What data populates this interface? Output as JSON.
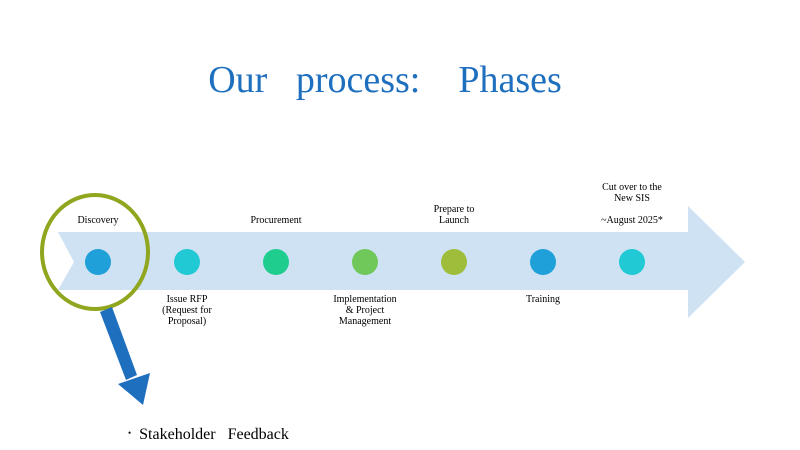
{
  "title": "Our   process:    Phases",
  "colors": {
    "title": "#1f6fbf",
    "arrow": "#cfe2f3",
    "highlight_ring": "#8fa61e",
    "pointer_arrow": "#1f6fbf"
  },
  "phases": [
    {
      "label": "Discovery",
      "position": "above",
      "color": "#1fa0d8",
      "icon": "phase-node-icon"
    },
    {
      "label": "Issue RFP\n(Request for\nProposal)",
      "position": "below",
      "color": "#21c9d4",
      "icon": "phase-node-icon"
    },
    {
      "label": "Procurement",
      "position": "above",
      "color": "#1fce8e",
      "icon": "phase-node-icon"
    },
    {
      "label": "Implementation\n& Project\nManagement",
      "position": "below",
      "color": "#70c85a",
      "icon": "phase-node-icon"
    },
    {
      "label": "Prepare to\nLaunch",
      "position": "above",
      "color": "#9ebe3b",
      "icon": "phase-node-icon"
    },
    {
      "label": "Training",
      "position": "below",
      "color": "#1fa0d8",
      "icon": "phase-node-icon"
    },
    {
      "label": "Cut over to the\nNew SIS\n\n~August 2025*",
      "position": "above",
      "color": "#21c9d4",
      "icon": "phase-node-icon"
    }
  ],
  "highlight": {
    "phase": "Discovery",
    "icon": "highlight-circle-icon"
  },
  "pointer": {
    "icon": "down-arrow-icon"
  },
  "bullets": [
    "Stakeholder   Feedback"
  ]
}
